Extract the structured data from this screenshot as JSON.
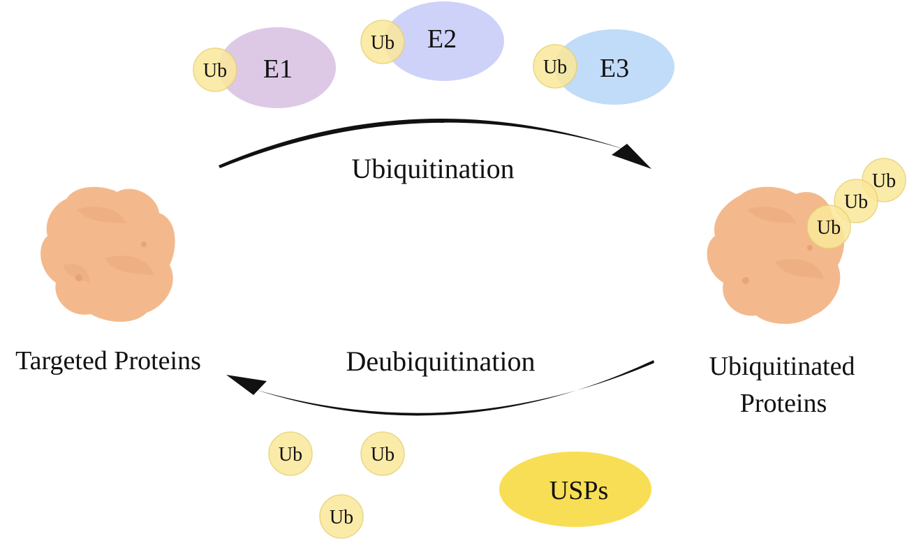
{
  "colors": {
    "e1": "#d9c3e3",
    "e2": "#c9cdf8",
    "e3": "#bad8f7",
    "ub": "#fbe89a",
    "ub_stroke": "#e6d070",
    "usp": "#f8de55",
    "protein": "#f3b98d",
    "protein_dark": "#e4a06f",
    "arrow": "#111111"
  },
  "enzymes": {
    "e1": {
      "label": "E1",
      "ub": "Ub"
    },
    "e2": {
      "label": "E2",
      "ub": "Ub"
    },
    "e3": {
      "label": "E3",
      "ub": "Ub"
    }
  },
  "process": {
    "ubiquitination": "Ubiquitination",
    "deubiquitination": "Deubiquitination"
  },
  "targeted": {
    "label": "Targeted Proteins"
  },
  "ubiquitinated": {
    "label_line1": "Ubiquitinated",
    "label_line2": "Proteins",
    "chain": [
      "Ub",
      "Ub",
      "Ub"
    ]
  },
  "free_ub": [
    "Ub",
    "Ub",
    "Ub"
  ],
  "usps": {
    "label": "USPs"
  }
}
